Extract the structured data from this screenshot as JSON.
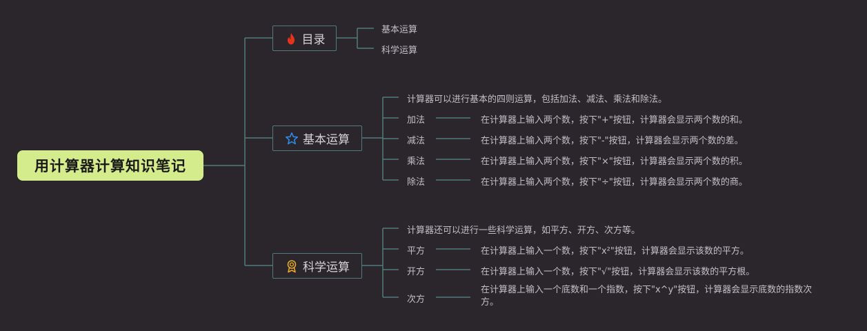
{
  "root": {
    "title": "用计算器计算知识笔记"
  },
  "topics": {
    "toc": {
      "label": "目录",
      "icon": "fire-icon",
      "icon_color": "#e8331c",
      "items": [
        "基本运算",
        "科学运算"
      ]
    },
    "basic": {
      "label": "基本运算",
      "icon": "star-icon",
      "icon_color": "#2f8be6",
      "intro": "计算器可以进行基本的四则运算，包括加法、减法、乘法和除法。",
      "items": [
        {
          "label": "加法",
          "desc": "在计算器上输入两个数，按下\"+\"按钮，计算器会显示两个数的和。"
        },
        {
          "label": "减法",
          "desc": "在计算器上输入两个数，按下\"-\"按钮，计算器会显示两个数的差。"
        },
        {
          "label": "乘法",
          "desc": "在计算器上输入两个数，按下\"×\"按钮，计算器会显示两个数的积。"
        },
        {
          "label": "除法",
          "desc": "在计算器上输入两个数，按下\"÷\"按钮，计算器会显示两个数的商。"
        }
      ]
    },
    "science": {
      "label": "科学运算",
      "icon": "award-ribbon-icon",
      "icon_color": "#e5a82a",
      "intro": "计算器还可以进行一些科学运算，如平方、开方、次方等。",
      "items": [
        {
          "label": "平方",
          "desc": "在计算器上输入一个数，按下\"x²\"按钮，计算器会显示该数的平方。"
        },
        {
          "label": "开方",
          "desc": "在计算器上输入一个数，按下\"√\"按钮，计算器会显示该数的平方根。"
        },
        {
          "label": "次方",
          "desc": "在计算器上输入一个底数和一个指数，按下\"x^y\"按钮，计算器会显示底数的指数次方。"
        }
      ]
    }
  },
  "colors": {
    "background": "#2a262c",
    "connector": "#4f7c7c",
    "root_fill": "#d4ec8c",
    "root_text": "#1a1a1a"
  }
}
